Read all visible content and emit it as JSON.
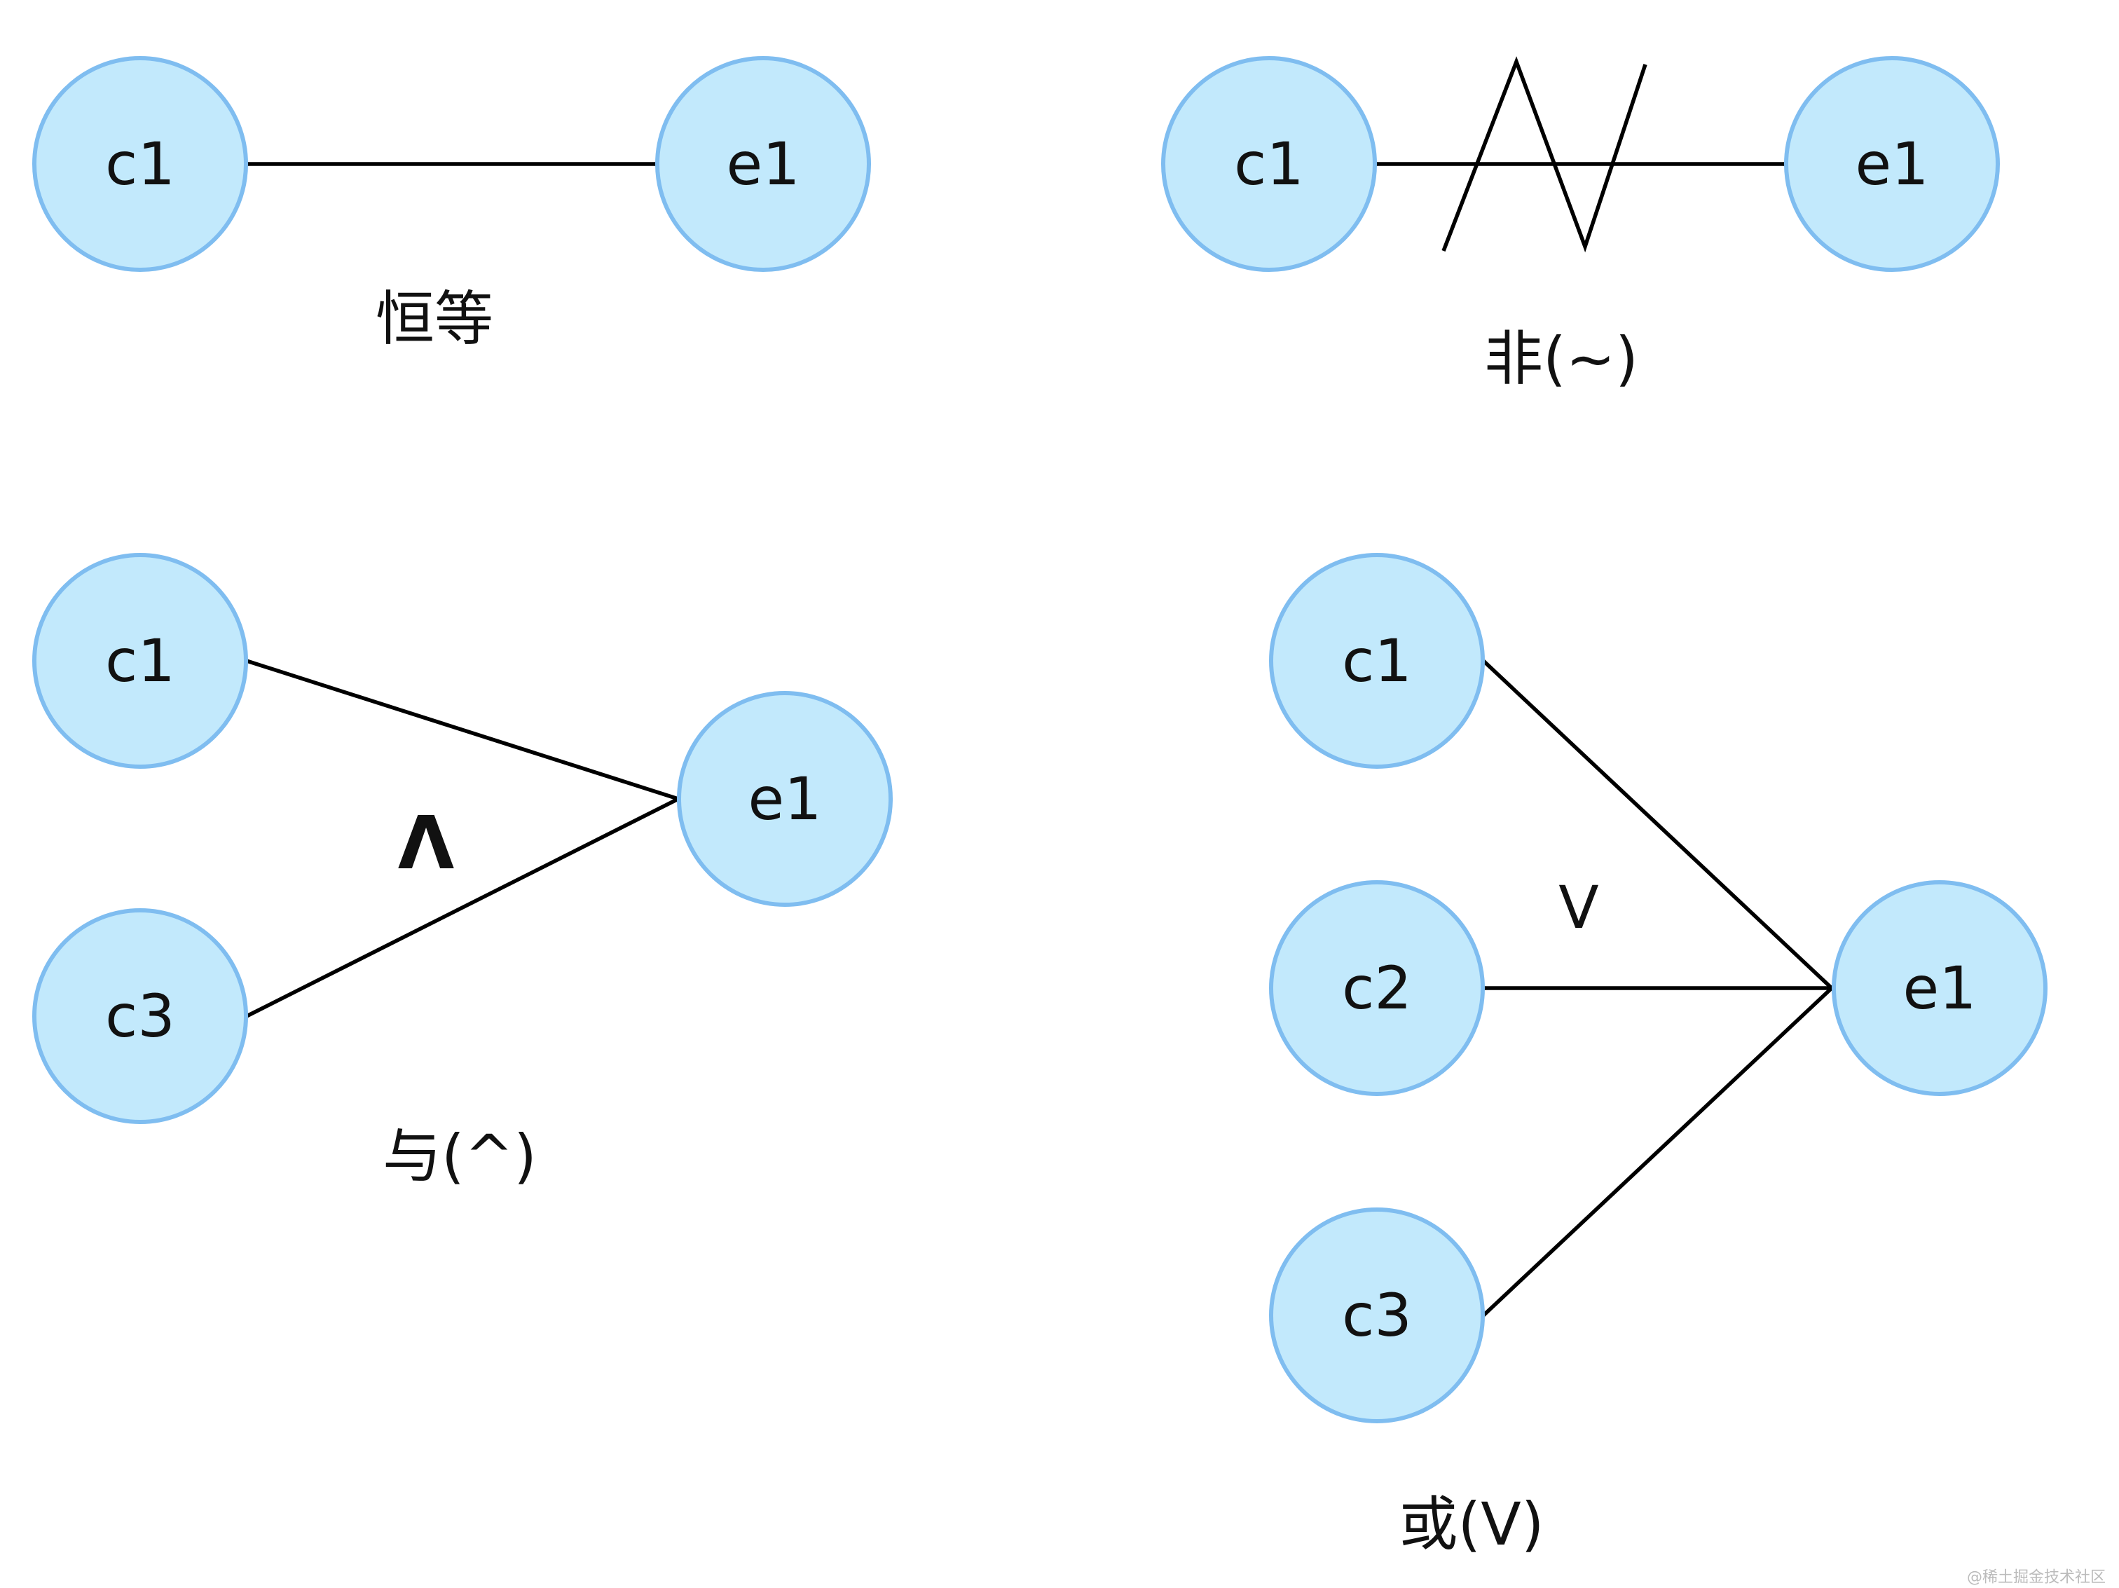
{
  "colors": {
    "node_fill": "#c2e9fc",
    "node_stroke": "#7fbdf0",
    "edge": "#000000",
    "text": "#111111",
    "watermark": "#bbbbbb"
  },
  "diagrams": {
    "identity": {
      "caption": "恒等",
      "nodes": {
        "c1": "c1",
        "e1": "e1"
      }
    },
    "not": {
      "caption": "非(~)",
      "nodes": {
        "c1": "c1",
        "e1": "e1"
      }
    },
    "and": {
      "caption": "与(^)",
      "symbol": "Λ",
      "nodes": {
        "c1": "c1",
        "c3": "c3",
        "e1": "e1"
      }
    },
    "or": {
      "caption": "或(V)",
      "symbol": "V",
      "nodes": {
        "c1": "c1",
        "c2": "c2",
        "c3": "c3",
        "e1": "e1"
      }
    }
  },
  "watermark": "@稀土掘金技术社区"
}
